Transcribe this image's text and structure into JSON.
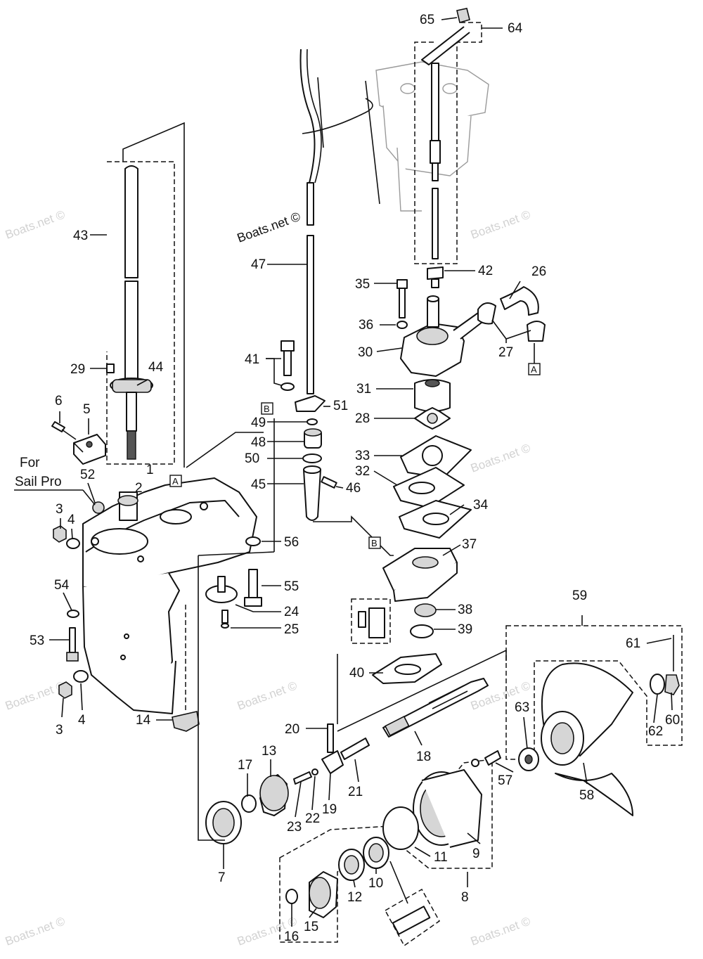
{
  "diagram": {
    "note_line1": "For",
    "note_line2": "Sail Pro",
    "watermark_main": "Boats.net ©",
    "watermark_faint": "Boats.net ©",
    "ref_a": "A",
    "ref_b": "B",
    "labels": [
      "1",
      "2",
      "3",
      "3",
      "4",
      "4",
      "5",
      "6",
      "7",
      "8",
      "9",
      "10",
      "11",
      "12",
      "13",
      "14",
      "15",
      "16",
      "17",
      "18",
      "19",
      "20",
      "21",
      "22",
      "23",
      "24",
      "25",
      "26",
      "27",
      "28",
      "29",
      "30",
      "31",
      "32",
      "33",
      "34",
      "35",
      "36",
      "37",
      "38",
      "39",
      "40",
      "41",
      "42",
      "43",
      "44",
      "45",
      "46",
      "47",
      "48",
      "49",
      "50",
      "51",
      "52",
      "53",
      "54",
      "55",
      "56",
      "57",
      "58",
      "59",
      "60",
      "61",
      "62",
      "63",
      "64",
      "65"
    ]
  }
}
